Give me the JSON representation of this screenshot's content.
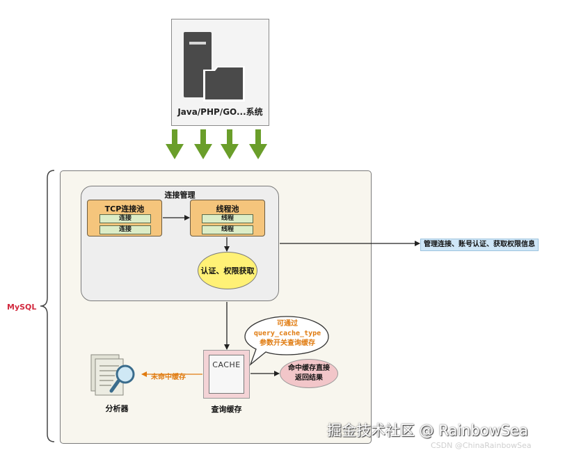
{
  "system": {
    "label": "Java/PHP/GO...系统"
  },
  "mysql": {
    "label": "MySQL"
  },
  "connection_management": {
    "title": "连接管理",
    "tcp_pool": {
      "title": "TCP连接池",
      "slots": [
        "连接",
        "连接"
      ]
    },
    "thread_pool": {
      "title": "线程池",
      "slots": [
        "线程",
        "线程"
      ]
    },
    "auth": {
      "label": "认证、权限获取"
    }
  },
  "right_note": {
    "label": "管理连接、账号认证、获取权限信息"
  },
  "cache": {
    "inner_text": "CACHE",
    "label": "查询缓存",
    "bubble": {
      "line1": "可通过",
      "line2": "query_cache_type",
      "line3": "参数开关查询缓存"
    },
    "hit": {
      "line1": "命中缓存直接",
      "line2": "返回结果"
    },
    "miss_label": "未命中缓存"
  },
  "analyzer": {
    "label": "分析器"
  },
  "watermark": {
    "text": "掘金技术社区 @ RainbowSea",
    "csdn": "CSDN @ChinaRainbowSea"
  },
  "colors": {
    "arrow_green": "#6a9e2a",
    "pool_orange": "#f5c57c",
    "slot_green": "#dcedc8",
    "auth_yellow": "#fff176",
    "cache_pink": "#f4d3d6",
    "note_orange": "#e07b10",
    "mysql_red": "#d2293e",
    "right_label_blue": "#cfe6f7"
  }
}
